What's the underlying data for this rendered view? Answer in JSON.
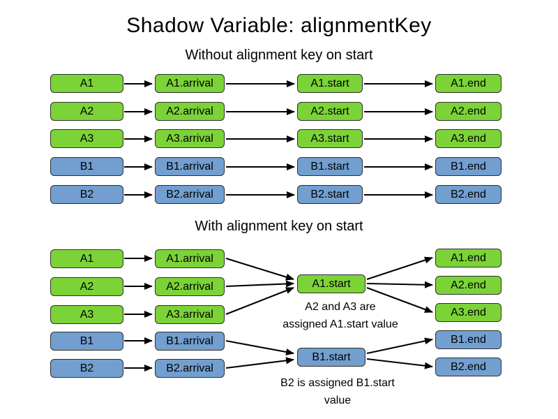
{
  "title": "Shadow Variable: alignmentKey",
  "colors": {
    "green": "#7cd338",
    "blue": "#729fcf",
    "arrow": "#000000"
  },
  "section1": {
    "subtitle": "Without alignment key on start",
    "rows": [
      {
        "source": "A1",
        "arrival": "A1.arrival",
        "start": "A1.start",
        "end": "A1.end",
        "color": "green"
      },
      {
        "source": "A2",
        "arrival": "A2.arrival",
        "start": "A2.start",
        "end": "A2.end",
        "color": "green"
      },
      {
        "source": "A3",
        "arrival": "A3.arrival",
        "start": "A3.start",
        "end": "A3.end",
        "color": "green"
      },
      {
        "source": "B1",
        "arrival": "B1.arrival",
        "start": "B1.start",
        "end": "B1.end",
        "color": "blue"
      },
      {
        "source": "B2",
        "arrival": "B2.arrival",
        "start": "B2.start",
        "end": "B2.end",
        "color": "blue"
      }
    ]
  },
  "section2": {
    "subtitle": "With alignment key on start",
    "sources": [
      "A1",
      "A2",
      "A3",
      "B1",
      "B2"
    ],
    "arrivals": [
      "A1.arrival",
      "A2.arrival",
      "A3.arrival",
      "B1.arrival",
      "B2.arrival"
    ],
    "starts": [
      "A1.start",
      "B1.start"
    ],
    "ends": [
      "A1.end",
      "A2.end",
      "A3.end",
      "B1.end",
      "B2.end"
    ],
    "note_a": [
      "A2 and A3 are",
      "assigned A1.start value"
    ],
    "note_b": [
      "B2 is assigned B1.start",
      "value"
    ]
  }
}
